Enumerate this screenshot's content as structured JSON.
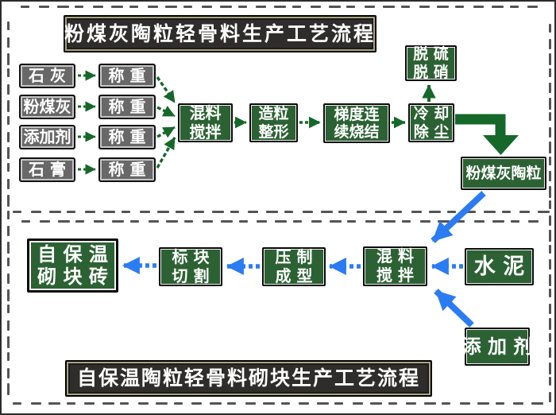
{
  "titles": {
    "top": "粉煤灰陶粒轻骨料生产工艺流程",
    "bottom": "自保温陶粒轻骨料砌块生产工艺流程"
  },
  "nodes": {
    "lime": {
      "label": "石 灰"
    },
    "flyash": {
      "label": "粉煤灰"
    },
    "additive_top": {
      "label": "添加剂"
    },
    "gypsum": {
      "label": "石 膏"
    },
    "weigh1": {
      "label": "称 重"
    },
    "weigh2": {
      "label": "称 重"
    },
    "weigh3": {
      "label": "称 重"
    },
    "weigh4": {
      "label": "称 重"
    },
    "mix_top": {
      "lines": [
        "混料",
        "搅拌"
      ]
    },
    "granulate": {
      "lines": [
        "造粒",
        "整形"
      ]
    },
    "sinter": {
      "lines": [
        "梯度连",
        "续烧结"
      ]
    },
    "cool": {
      "lines": [
        "冷 却",
        "除 尘"
      ]
    },
    "desulf": {
      "lines": [
        "脱 硫",
        "脱 硝"
      ]
    },
    "ceramsite": {
      "label": "粉煤灰陶粒"
    },
    "mix_bottom": {
      "lines": [
        "混 料",
        "搅 拌"
      ]
    },
    "cement": {
      "label": "水 泥"
    },
    "additive_bottom": {
      "label": "添 加 剂"
    },
    "press": {
      "lines": [
        "压 制",
        "成 型"
      ]
    },
    "cut": {
      "lines": [
        "标 块",
        "切 割"
      ]
    },
    "final_block": {
      "lines": [
        "自 保 温",
        "砌 块 砖"
      ]
    }
  },
  "colors": {
    "box_green": "#2c6233",
    "box_gray": "#686868",
    "title_bg": "#2e2d2b",
    "title_inner_border": "#a8a480",
    "arrow_green": "#16682a",
    "arrow_blue": "#2b7cf3"
  },
  "process_flow": {
    "top_inputs": [
      "石灰",
      "粉煤灰",
      "添加剂",
      "石膏"
    ],
    "top_chain": [
      "称重",
      "混料搅拌",
      "造粒整形",
      "梯度连续烧结",
      "冷却除尘",
      "粉煤灰陶粒"
    ],
    "top_branch": {
      "from": "冷却除尘",
      "to": "脱硫脱硝"
    },
    "bottom_inputs": [
      "粉煤灰陶粒",
      "水泥",
      "添加剂"
    ],
    "bottom_chain": [
      "混料搅拌",
      "压制成型",
      "标块切割",
      "自保温砌块砖"
    ]
  },
  "watermark": {
    "style": "illegible repeated micro-text",
    "positions": [
      "top-edge",
      "middle-band (2 rows)",
      "bottom-edge",
      "left-edge",
      "right-edge"
    ]
  }
}
